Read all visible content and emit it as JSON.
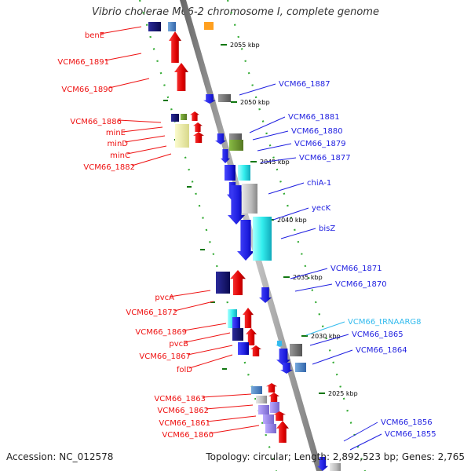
{
  "header": {
    "title": "Vibrio cholerae M66-2 chromosome I, complete genome"
  },
  "footer": {
    "accession": "Accession: NC_012578",
    "summary": "Topology: circular; Length: 2,892,523 bp; Genes: 2,765"
  },
  "colors": {
    "forward": "#ee1111",
    "reverse": "#1f1fe0",
    "rna": "#33bbee",
    "backbone": "#888888",
    "tick": "#117711",
    "dot": "#33aa33"
  },
  "ticks": [
    "2055 kbp",
    "2050 kbp",
    "2045 kbp",
    "2040 kbp",
    "2035 kbp",
    "2030 kbp",
    "2025 kbp"
  ],
  "left_labels": [
    "benE",
    "VCM66_1891",
    "VCM66_1890",
    "VCM66_1886",
    "minE",
    "minD",
    "minC",
    "VCM66_1882",
    "pvcA",
    "VCM66_1872",
    "VCM66_1869",
    "pvcB",
    "VCM66_1867",
    "folD",
    "VCM66_1863",
    "VCM66_1862",
    "VCM66_1861",
    "VCM66_1860"
  ],
  "right_labels": [
    "VCM66_1887",
    "VCM66_1881",
    "VCM66_1880",
    "VCM66_1879",
    "VCM66_1877",
    "chiA-1",
    "yecK",
    "bisZ",
    "VCM66_1871",
    "VCM66_1870",
    "VCM66_tRNAARG8",
    "VCM66_1865",
    "VCM66_1864",
    "VCM66_1856",
    "VCM66_1855"
  ]
}
